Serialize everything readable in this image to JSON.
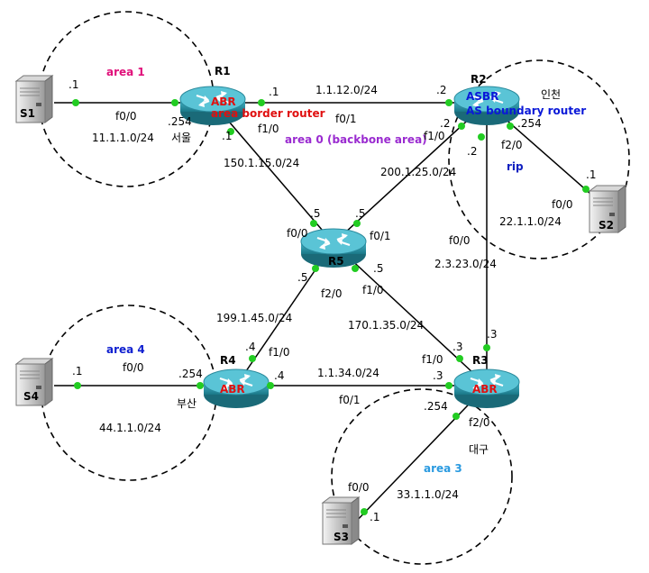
{
  "routers": {
    "r1": {
      "name": "R1",
      "badge": "ABR",
      "desc": "area border router"
    },
    "r2": {
      "name": "R2",
      "badge": "ASBR",
      "desc": "AS boundary router",
      "city": "인천"
    },
    "r3": {
      "name": "R3",
      "badge": "ABR",
      "city": "대구"
    },
    "r4": {
      "name": "R4",
      "badge": "ABR",
      "city": "부산"
    },
    "r5": {
      "name": "R5"
    }
  },
  "servers": {
    "s1": "S1",
    "s2": "S2",
    "s3": "S3",
    "s4": "S4"
  },
  "city_r1": "서울",
  "areas": {
    "area1": {
      "label": "area 1",
      "color": "#e0107a"
    },
    "area0": {
      "label": "area 0 (backbone area)",
      "color": "#9a2bd0"
    },
    "rip": {
      "label": "rip",
      "color": "#1020c0"
    },
    "area4": {
      "label": "area 4",
      "color": "#1020d0"
    },
    "area3": {
      "label": "area 3",
      "color": "#2a9ae0"
    }
  },
  "colors": {
    "port_dot": "#22cc22",
    "badge_red": "#e01010",
    "badge_blue": "#0a18d8",
    "router_body": "#2a9ab0",
    "dashed": "#000000"
  },
  "labels": {
    "s1_ip": ".1",
    "r1_f00": "f0/0",
    "r1_254": ".254",
    "net_s1": "11.1.1.0/24",
    "r1_r2_ip1": ".1",
    "net_r1r2": "1.1.12.0/24",
    "r2_ip2": ".2",
    "r1_f01": "f0/1",
    "r1_f10": "f1/0",
    "r1_ip_f10": ".1",
    "net_r1r5": "150.1.15.0/24",
    "r2_ip_a": ".2",
    "r2_f10": "f1/0",
    "r2_ip_b": ".2",
    "r2_f20": "f2/0",
    "r2_254": ".254",
    "net_r2r5": "200.1.25.0/24",
    "s2_ip": ".1",
    "s2_f00": "f0/0",
    "net_s2": "22.1.1.0/24",
    "r2_f00": "f0/0",
    "net_r2r3": "2.3.23.0/24",
    "r5_ip_tl": ".5",
    "r5_ip_tr": ".5",
    "r5_f00": "f0/0",
    "r5_f01": "f0/1",
    "r5_ip_bl": ".5",
    "r5_f20": "f2/0",
    "r5_ip_br": ".5",
    "r5_f10": "f1/0",
    "net_r4r5": "199.1.45.0/24",
    "net_r3r5": "170.1.35.0/24",
    "r4_ip_top": ".4",
    "r4_f10": "f1/0",
    "r3_ip_a": ".3",
    "r3_ip_b": ".3",
    "s4_ip": ".1",
    "s4_f00": "f0/0",
    "r4_254": ".254",
    "r4_ip_right": ".4",
    "net_r3r4": "1.1.34.0/24",
    "r3_ip_left": ".3",
    "r3_f11": "f0/1",
    "r3_f10": "f1/0",
    "net_s4": "44.1.1.0/24",
    "r3_254": ".254",
    "r3_f20": "f2/0",
    "s3_f00": "f0/0",
    "net_s3": "33.1.1.0/24",
    "s3_ip": ".1"
  }
}
